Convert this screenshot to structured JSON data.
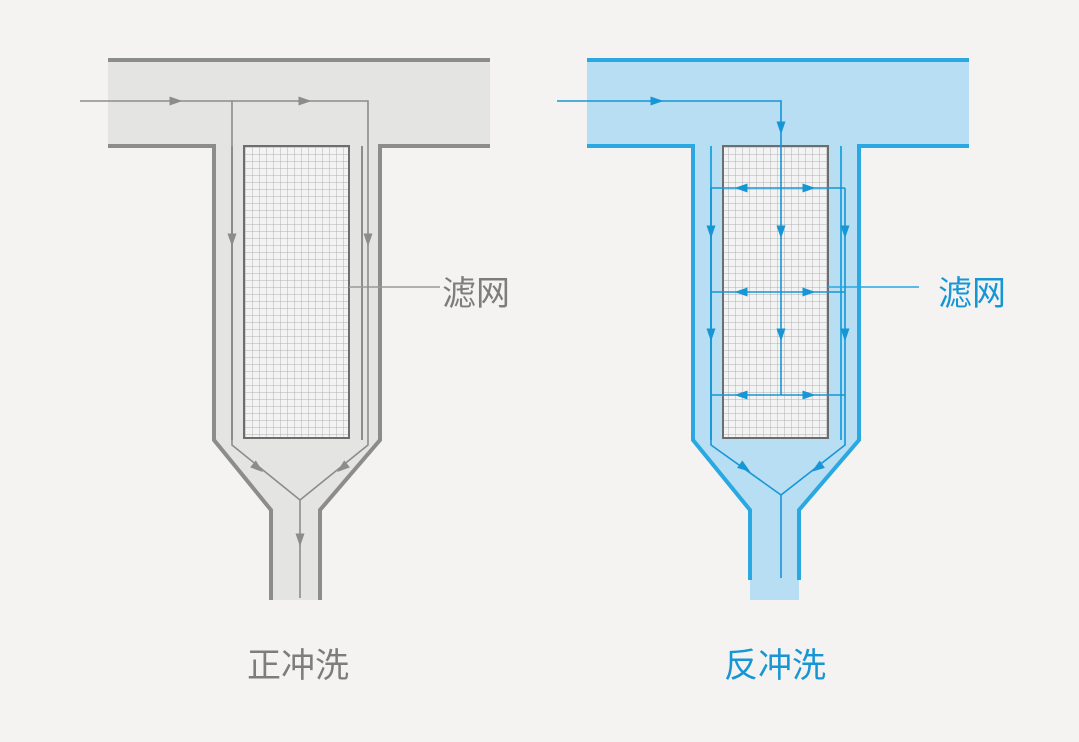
{
  "forward_wash": {
    "title": "正冲洗",
    "filter_label": "滤网",
    "colors": {
      "pipe_fill": "#e4e4e2",
      "pipe_wall": "#8c8c8c",
      "flow": "#8c8c8c",
      "text": "#7d7d7d"
    }
  },
  "back_wash": {
    "title": "反冲洗",
    "filter_label": "滤网",
    "colors": {
      "pipe_fill": "#b7def3",
      "pipe_wall": "#29a8e2",
      "flow": "#1796d6",
      "text": "#1796d6"
    }
  },
  "mesh": {
    "fill": "#f3f3f3",
    "grid": "#b0b0b0",
    "border": "#6d6d6d"
  }
}
